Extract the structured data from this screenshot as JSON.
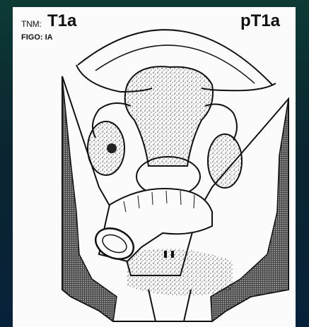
{
  "tnm": {
    "prefix": "TNM:",
    "stage": "T1a"
  },
  "figo": {
    "text": "FIGO: IA"
  },
  "pathologic": {
    "stage": "pT1a"
  },
  "colors": {
    "background": "#0c2b2c",
    "panel": "#fbfbfb",
    "ink": "#111111"
  }
}
